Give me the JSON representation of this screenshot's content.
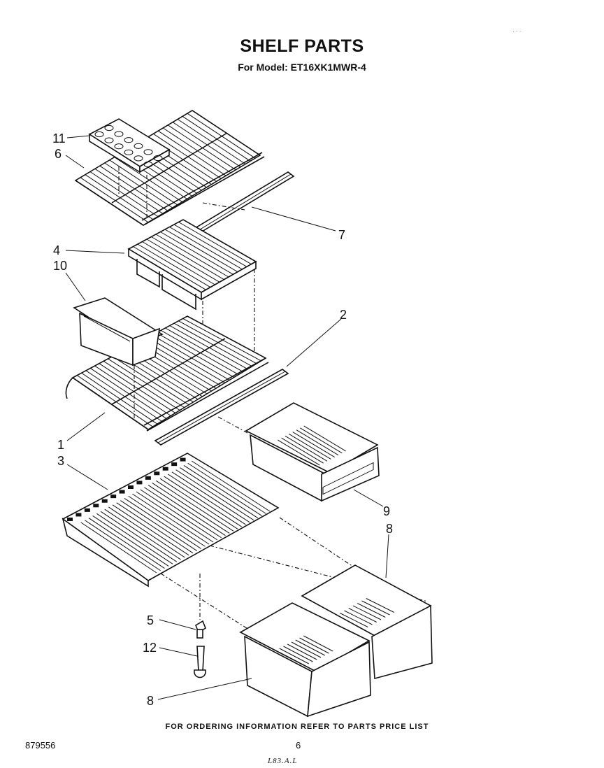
{
  "header": {
    "title": "SHELF PARTS",
    "model_line": "For Model: ET16XK1MWR-4"
  },
  "callouts": [
    {
      "id": "11",
      "label": "11"
    },
    {
      "id": "6",
      "label": "6"
    },
    {
      "id": "7",
      "label": "7"
    },
    {
      "id": "4",
      "label": "4"
    },
    {
      "id": "10",
      "label": "10"
    },
    {
      "id": "2",
      "label": "2"
    },
    {
      "id": "1",
      "label": "1"
    },
    {
      "id": "3",
      "label": "3"
    },
    {
      "id": "9",
      "label": "9"
    },
    {
      "id": "8a",
      "label": "8"
    },
    {
      "id": "5",
      "label": "5"
    },
    {
      "id": "12",
      "label": "12"
    },
    {
      "id": "8b",
      "label": "8"
    }
  ],
  "footer": {
    "ordering_note": "FOR ORDERING INFORMATION REFER TO PARTS PRICE LIST",
    "doc_number": "879556",
    "page_number": "6",
    "stamp": "L83.A.L",
    "corner_dots": "· · ·"
  }
}
